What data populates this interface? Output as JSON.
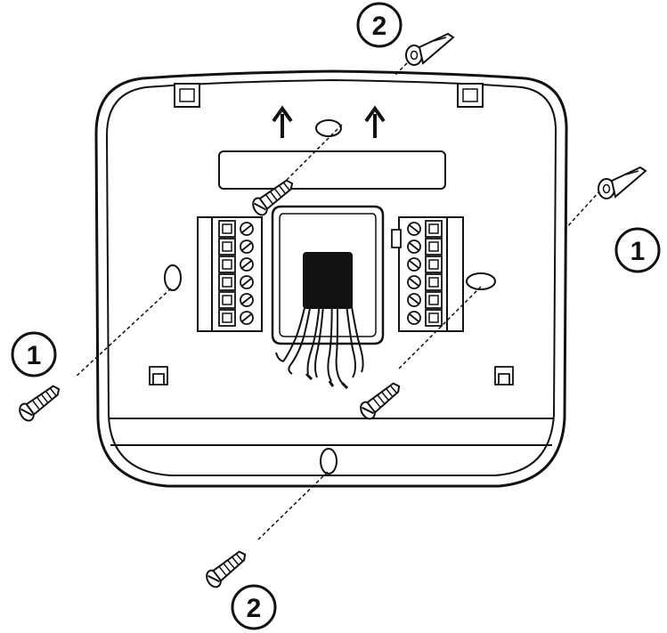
{
  "diagram": {
    "callouts": [
      {
        "id": "callout-1-left",
        "label": "1"
      },
      {
        "id": "callout-1-right",
        "label": "1"
      },
      {
        "id": "callout-2-top",
        "label": "2"
      },
      {
        "id": "callout-2-bottom",
        "label": "2"
      }
    ],
    "colors": {
      "stroke": "#111111",
      "fill": "#ffffff",
      "wire_block": "#111111"
    },
    "icons": [
      "up-arrow-icon",
      "screw-icon",
      "wall-anchor-icon",
      "terminal-screw-icon"
    ]
  }
}
